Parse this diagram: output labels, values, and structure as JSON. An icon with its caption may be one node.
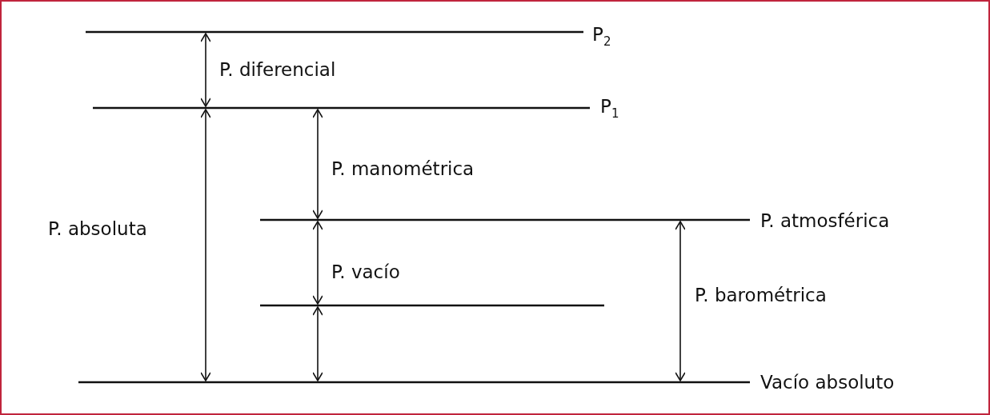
{
  "diagram": {
    "labels": [
      "P$_{2}$",
      "P. diferencial",
      "P$_{1}$",
      "P. manométrica",
      "P. atmosférica",
      "P. absoluta",
      "P. vacío",
      "P. barométrica",
      "Vacío absoluto"
    ]
  }
}
